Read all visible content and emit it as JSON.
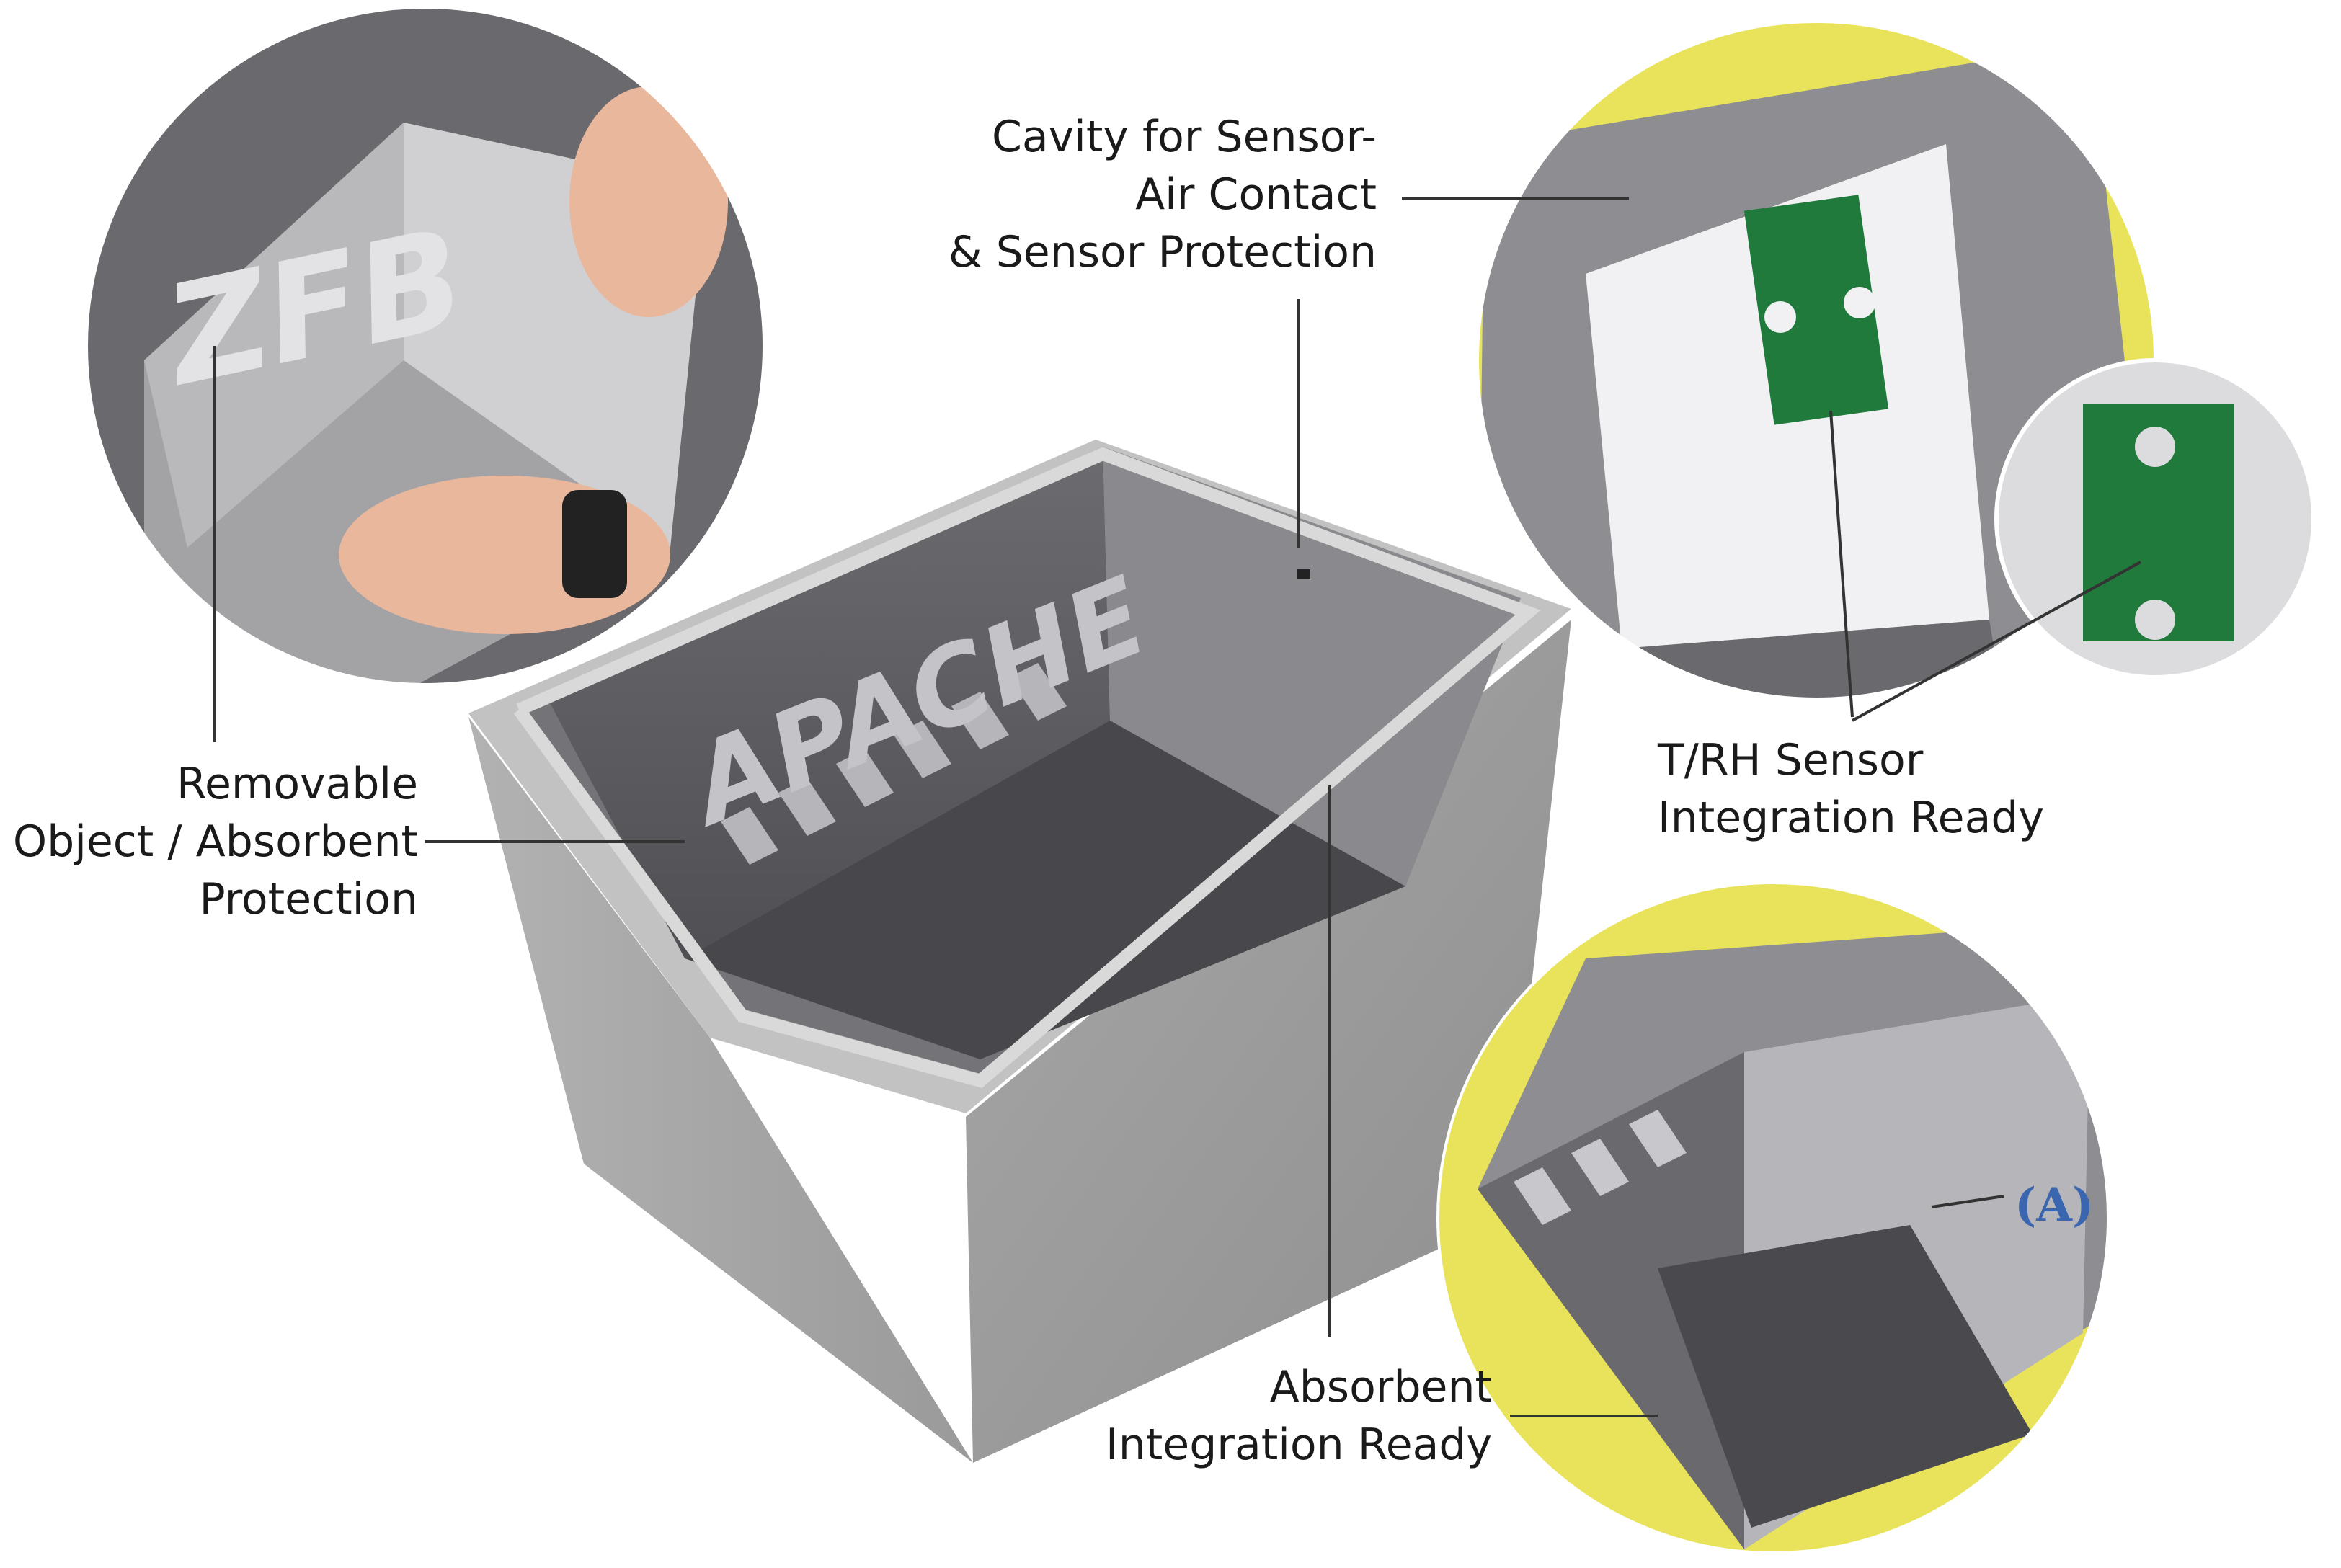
{
  "callouts": {
    "cavity": {
      "line1": "Cavity for Sensor-",
      "line2": "Air Contact",
      "line3": "& Sensor Protection"
    },
    "removable": {
      "line1": "Removable",
      "line2": "Object / Absorbent",
      "line3": "Protection"
    },
    "sensor": {
      "line1": "T/RH Sensor",
      "line2": "Integration Ready"
    },
    "absorbent": {
      "line1": "Absorbent",
      "line2": "Integration Ready"
    }
  },
  "marker_label": "(A)",
  "cutout_letters": {
    "main_box": "APACHE",
    "top_left_insert": "ZFB"
  },
  "colors": {
    "background": "#ffffff",
    "box_outer": "#9d9d9d",
    "box_inner": "#5f5f63",
    "accent_yellow": "#e8e35a",
    "pcb_green": "#1f7a3c",
    "marker_blue": "#3a66b0"
  }
}
